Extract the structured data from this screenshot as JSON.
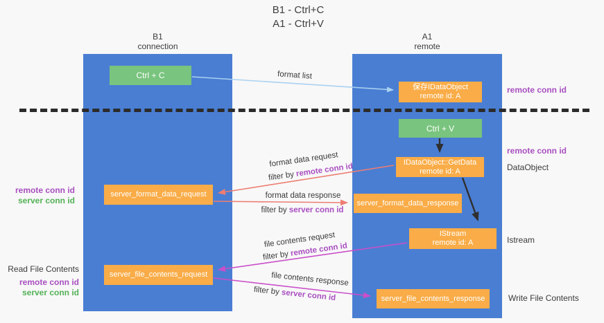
{
  "colors": {
    "lane_blue": "#4a7ed3",
    "node_green": "#79c47e",
    "node_orange": "#f9ac47",
    "arrow_blue": "#a9d1f1",
    "arrow_red": "#ed7d72",
    "arrow_magenta": "#c94fc9",
    "arrow_black": "#2f2f2f",
    "text_purple": "#a94fc0",
    "text_green": "#53b156",
    "text_dark": "#3a3a3a",
    "background": "#f8f8f8"
  },
  "title": {
    "line1": "B1 - Ctrl+C",
    "line2": "A1 - Ctrl+V"
  },
  "lanes": {
    "b1": {
      "name": "B1",
      "role": "connection"
    },
    "a1": {
      "name": "A1",
      "role": "remote"
    }
  },
  "nodes": {
    "ctrl_c": {
      "label": "Ctrl + C"
    },
    "clipboard_object": {
      "line1": "保存IDataObject",
      "line2": "remote id: A"
    },
    "ctrl_v": {
      "label": "Ctrl + V"
    },
    "getdata": {
      "line1": "IDataObject::GetData",
      "line2": "remote id: A"
    },
    "format_request": {
      "label": "server_format_data_request"
    },
    "format_response": {
      "label": "server_format_data_response"
    },
    "istream": {
      "line1": "IStream",
      "line2": "remote id: A"
    },
    "file_request": {
      "label": "server_file_contents_request"
    },
    "file_response": {
      "label": "server_file_contents_response"
    }
  },
  "edges": {
    "format_list": {
      "label": "format list"
    },
    "format_request": {
      "label": "format data request",
      "filter_prefix": "filter by ",
      "filter_id": "remote conn id"
    },
    "format_response": {
      "label": "format data response",
      "filter_prefix": "filter by ",
      "filter_id": "server conn id"
    },
    "file_request": {
      "label": "file contents request",
      "filter_prefix": "filter by ",
      "filter_id": "remote conn id"
    },
    "file_response": {
      "label": "file contents response",
      "filter_prefix": "filter by ",
      "filter_id": "server conn id"
    }
  },
  "left_labels": {
    "group1": [
      {
        "text": "remote conn id",
        "style": "purple"
      },
      {
        "text": "server conn id",
        "style": "green"
      }
    ],
    "group2": [
      {
        "text": "Read File Contents",
        "style": "plain"
      },
      {
        "text": "remote conn id",
        "style": "purple"
      },
      {
        "text": "server conn id",
        "style": "green"
      }
    ]
  },
  "right_labels": [
    {
      "text": "remote conn id",
      "style": "purple"
    },
    {
      "text": "remote conn id",
      "style": "purple"
    },
    {
      "text": "DataObject",
      "style": "plain"
    },
    {
      "text": "Istream",
      "style": "plain"
    },
    {
      "text": "Write File Contents",
      "style": "plain"
    }
  ]
}
